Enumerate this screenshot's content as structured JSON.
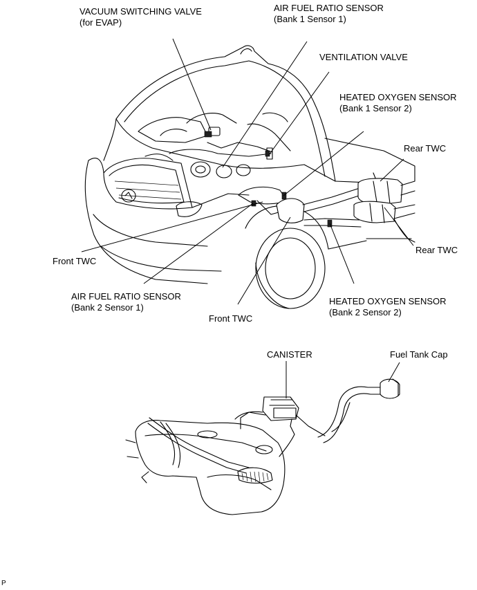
{
  "labels": {
    "vsv": {
      "line1": "VACUUM SWITCHING VALVE",
      "line2": "(for EVAP)"
    },
    "afr_b1s1": {
      "line1": "AIR FUEL RATIO SENSOR",
      "line2": "(Bank 1 Sensor 1)"
    },
    "ventilation_valve": "VENTILATION VALVE",
    "ho2s_b1s2": {
      "line1": "HEATED OXYGEN SENSOR",
      "line2": "(Bank 1 Sensor 2)"
    },
    "rear_twc_top": "Rear TWC",
    "rear_twc_bottom": "Rear TWC",
    "front_twc_left": "Front TWC",
    "afr_b2s1": {
      "line1": "AIR FUEL RATIO SENSOR",
      "line2": "(Bank 2 Sensor 1)"
    },
    "front_twc_bottom": "Front TWC",
    "ho2s_b2s2": {
      "line1": "HEATED OXYGEN SENSOR",
      "line2": "(Bank 2 Sensor 2)"
    },
    "canister": "CANISTER",
    "fuel_tank_cap": "Fuel Tank Cap"
  },
  "corner_mark": "P"
}
